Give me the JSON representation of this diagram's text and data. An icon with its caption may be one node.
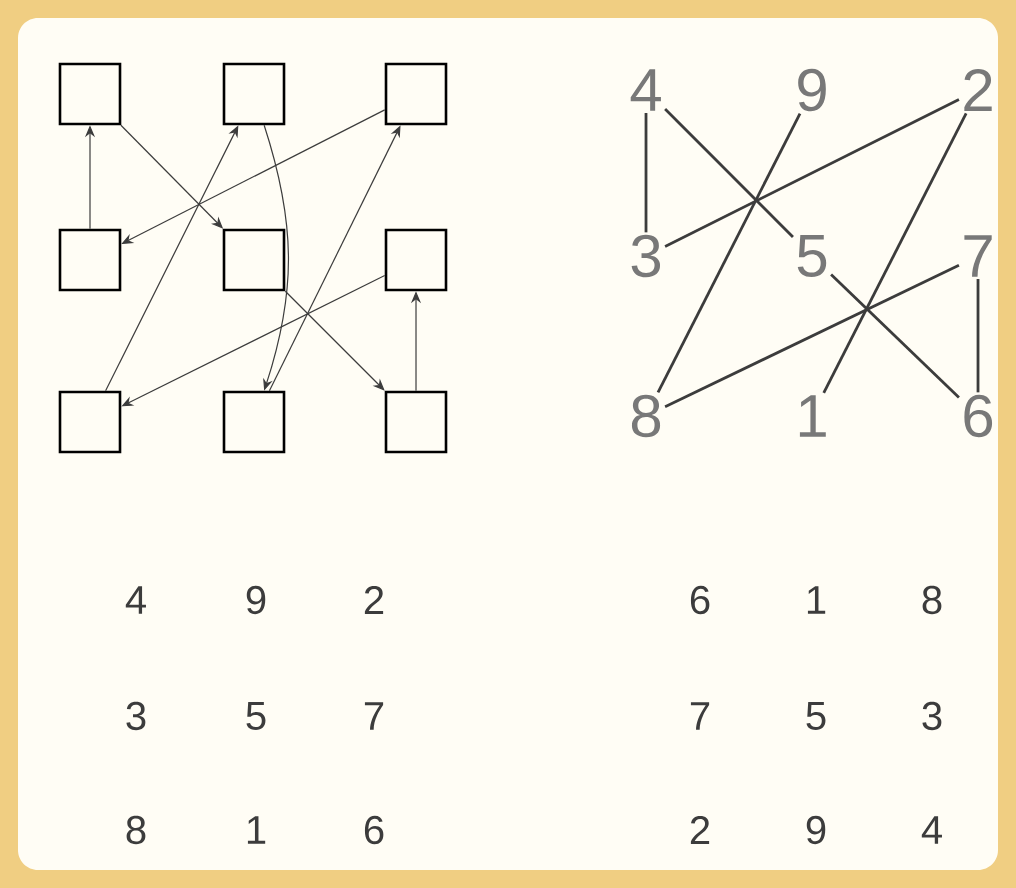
{
  "diagram": {
    "nodes": [
      {
        "text": [],
        "shape": "box"
      },
      {
        "text": [],
        "shape": "box"
      },
      {
        "text": [],
        "shape": "box"
      },
      {
        "text": [],
        "shape": "box"
      },
      {
        "text": [],
        "shape": "box"
      },
      {
        "text": [],
        "shape": "box"
      },
      {
        "text": [],
        "shape": "box"
      },
      {
        "text": [],
        "shape": "box"
      },
      {
        "text": [],
        "shape": "box"
      },
      {
        "text": [
          "4"
        ]
      },
      {
        "text": [
          "9"
        ]
      },
      {
        "text": [
          "2"
        ]
      },
      {
        "text": [
          "3"
        ]
      },
      {
        "text": [
          "5"
        ]
      },
      {
        "text": [
          "7"
        ]
      },
      {
        "text": [
          "8"
        ]
      },
      {
        "text": [
          "1"
        ]
      },
      {
        "text": [
          "6"
        ]
      }
    ],
    "edges": [
      {
        "from": 7,
        "to": 2,
        "arrow": "to"
      },
      {
        "from": 2,
        "to": 3,
        "arrow": "to"
      },
      {
        "from": 3,
        "to": 0,
        "arrow": "to"
      },
      {
        "from": 0,
        "to": 4,
        "arrow": "to"
      },
      {
        "from": 4,
        "to": 8,
        "arrow": "to"
      },
      {
        "from": 8,
        "to": 5,
        "arrow": "to"
      },
      {
        "from": 5,
        "to": 6,
        "arrow": "to"
      },
      {
        "from": 6,
        "to": 1,
        "arrow": "to"
      },
      {
        "from": 1,
        "to": 7,
        "arrow": "to"
      },
      {
        "from": 16,
        "to": 11,
        "arrow": "none"
      },
      {
        "from": 11,
        "to": 12,
        "arrow": "none"
      },
      {
        "from": 12,
        "to": 9,
        "arrow": "none"
      },
      {
        "from": 9,
        "to": 13,
        "arrow": "none"
      },
      {
        "from": 13,
        "to": 17,
        "arrow": "none"
      },
      {
        "from": 17,
        "to": 14,
        "arrow": "none"
      },
      {
        "from": 14,
        "to": 15,
        "arrow": "none"
      },
      {
        "from": 15,
        "to": 10,
        "arrow": "none"
      }
    ],
    "labels": [
      "4",
      "9",
      "2",
      "6",
      "1",
      "8",
      "3",
      "5",
      "7",
      "7",
      "5",
      "3",
      "8",
      "1",
      "6",
      "2",
      "9",
      "4"
    ]
  }
}
